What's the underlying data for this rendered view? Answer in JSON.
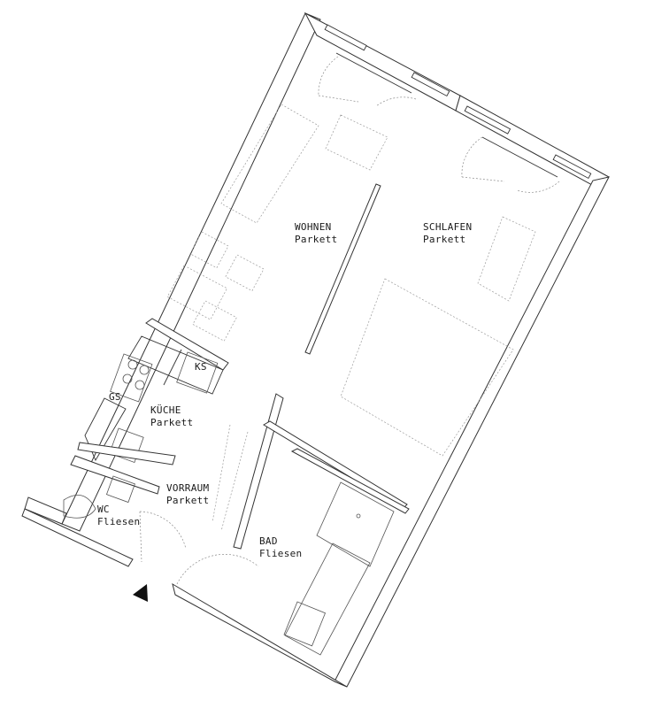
{
  "rooms": {
    "wohnen": {
      "name": "WOHNEN",
      "floor": "Parkett"
    },
    "schlafen": {
      "name": "SCHLAFEN",
      "floor": "Parkett"
    },
    "kueche": {
      "name": "KÜCHE",
      "floor": "Parkett"
    },
    "vorraum": {
      "name": "VORRAUM",
      "floor": "Parkett"
    },
    "wc": {
      "name": "WC",
      "floor": "Fliesen"
    },
    "bad": {
      "name": "BAD",
      "floor": "Fliesen"
    }
  },
  "appliances": {
    "ks": "KS",
    "gs": "GS"
  },
  "icons": {
    "entrance": "entrance-arrow-icon"
  },
  "colors": {
    "wall": "#333333",
    "furniture": "#9a9a9a",
    "background": "#ffffff"
  }
}
